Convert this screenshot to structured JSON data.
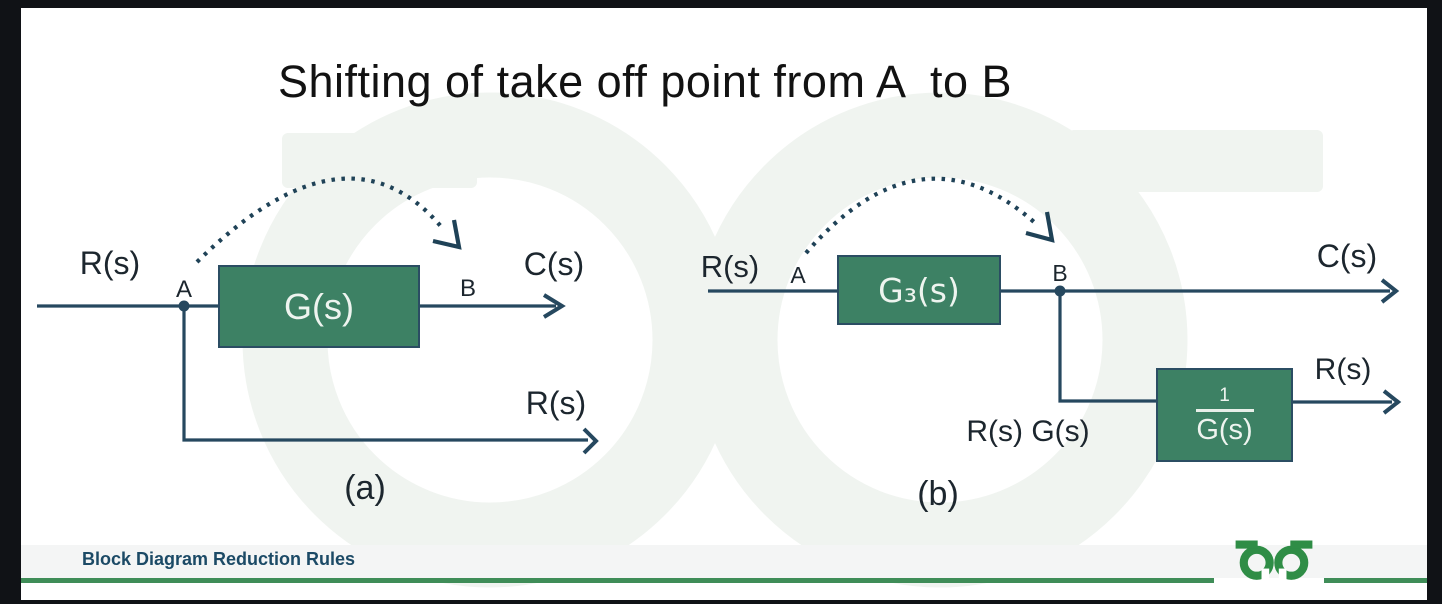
{
  "title": "Shifting of take off point from A  to B",
  "diagram_a": {
    "caption": "(a)",
    "input_signal": "R(s)",
    "point_a": "A",
    "block": "G(s)",
    "point_b": "B",
    "output_signal": "C(s)",
    "takeoff_branch_signal": "R(s)"
  },
  "diagram_b": {
    "caption": "(b)",
    "input_signal": "R(s)",
    "point_a": "A",
    "block": "G₃(s)",
    "point_b": "B",
    "output_signal": "C(s)",
    "branch_product_signal": "R(s) G(s)",
    "branch_block_numerator": "1",
    "branch_block_denominator": "G(s)",
    "branch_output_signal": "R(s)"
  },
  "footer": {
    "caption": "Block Diagram Reduction Rules",
    "logo_icon": "geeksforgeeks-logo"
  },
  "colors": {
    "block_fill": "#3d8164",
    "diagram_line": "#26485f",
    "brand_green": "#2F8D46",
    "footer_rule_green": "#3f8d58",
    "frame_black": "#101216"
  }
}
